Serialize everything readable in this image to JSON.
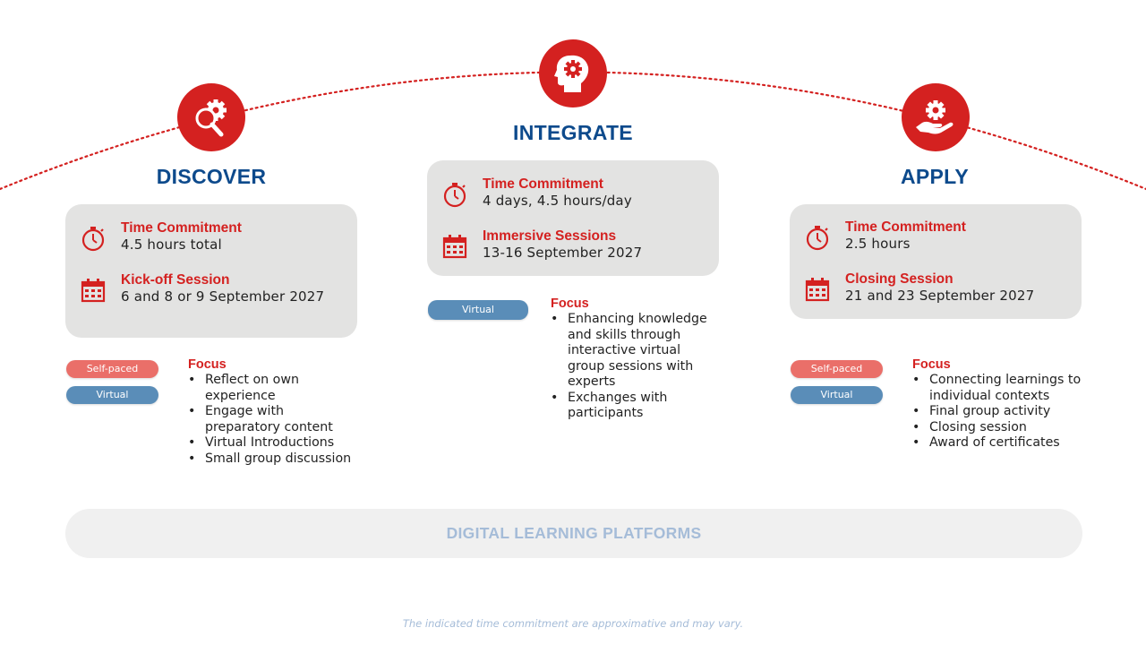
{
  "colors": {
    "accent": "#d42120",
    "title_blue": "#0d4a8c",
    "card_bg": "#e3e3e2",
    "self_paced": "#ea6f69",
    "virtual": "#5a8db8",
    "muted_blue": "#a5bcd8"
  },
  "phases": [
    {
      "title": "DISCOVER",
      "icon": "magnifier-gears-icon",
      "rows": [
        {
          "icon": "stopwatch-icon",
          "label": "Time Commitment",
          "value": "4.5 hours total"
        },
        {
          "icon": "calendar-icon",
          "label": "Kick-off Session",
          "value": "6 and 8 or 9 September 2027"
        }
      ],
      "tags": [
        "Self-paced",
        "Virtual"
      ],
      "focus_heading": "Focus",
      "focus": [
        "Reflect on own experience",
        "Engage with preparatory content",
        "Virtual Introductions",
        "Small group discussion"
      ]
    },
    {
      "title": "INTEGRATE",
      "icon": "head-gear-icon",
      "rows": [
        {
          "icon": "stopwatch-icon",
          "label": "Time Commitment",
          "value": "4 days, 4.5 hours/day"
        },
        {
          "icon": "calendar-icon",
          "label": "Immersive Sessions",
          "value": "13-16 September 2027"
        }
      ],
      "tags": [
        "Virtual"
      ],
      "focus_heading": "Focus",
      "focus": [
        "Enhancing knowledge and skills through interactive virtual group sessions with experts",
        "Exchanges with participants"
      ]
    },
    {
      "title": "APPLY",
      "icon": "hand-gear-icon",
      "rows": [
        {
          "icon": "stopwatch-icon",
          "label": "Time Commitment",
          "value": "2.5 hours"
        },
        {
          "icon": "calendar-icon",
          "label": "Closing Session",
          "value": "21 and 23 September 2027"
        }
      ],
      "tags": [
        "Self-paced",
        "Virtual"
      ],
      "focus_heading": "Focus",
      "focus": [
        "Connecting learnings to individual contexts",
        "Final group activity",
        "Closing session",
        "Award of certificates"
      ]
    }
  ],
  "platform_label": "DIGITAL LEARNING PLATFORMS",
  "footnote": "The indicated time commitment are approximative and may vary."
}
